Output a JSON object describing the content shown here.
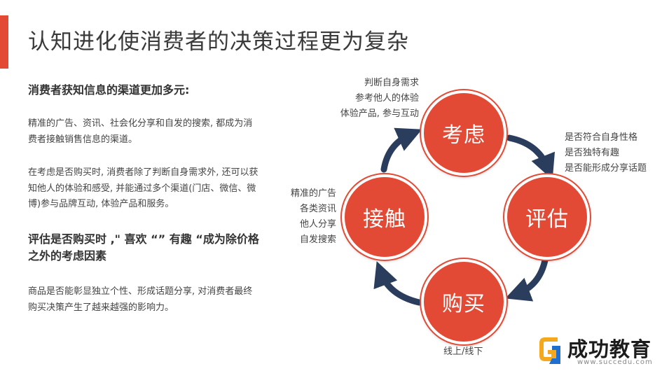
{
  "title": "认知进化使消费者的决策过程更为复杂",
  "left": {
    "heading1": "消费者获知信息的渠道更加多元:",
    "para1": "精准的广告、资讯、社会化分享和自发的搜索, 都成为消费者接触销售信息的渠道。",
    "para2": "在考虑是否购买时, 消费者除了判断自身需求外, 还可以获知他人的体验和感受, 并能通过多个渠道(门店、微信、微博)参与品牌互动, 体验产品和服务。",
    "heading2": "评估是否购买时 ,\" 喜欢 “” 有趣 “成为除价格之外的考虑因素",
    "para3": "商品是否能彰显独立个性、形成话题分享, 对消费者最终购买决策产生了越来越强的影响力。"
  },
  "cycle": {
    "kaolv": "考虑",
    "pinggu": "评估",
    "goumai": "购买",
    "jiechu": "接触"
  },
  "notes": {
    "kaolv": [
      "判断自身需求",
      "参考他人的体验",
      "体验产品, 参与互动"
    ],
    "pinggu": [
      "是否符合自身性格",
      "是否独特有趣",
      "是否能形成分享话题"
    ],
    "jiechu": [
      "精准的广告",
      "各类资讯",
      "他人分享",
      "自发搜索"
    ],
    "goumai": "线上/线下"
  },
  "logo": {
    "name": "成功教育",
    "url": "www.succedu.com"
  },
  "colors": {
    "accent": "#e34a36",
    "arrow": "#2b3d5c"
  }
}
